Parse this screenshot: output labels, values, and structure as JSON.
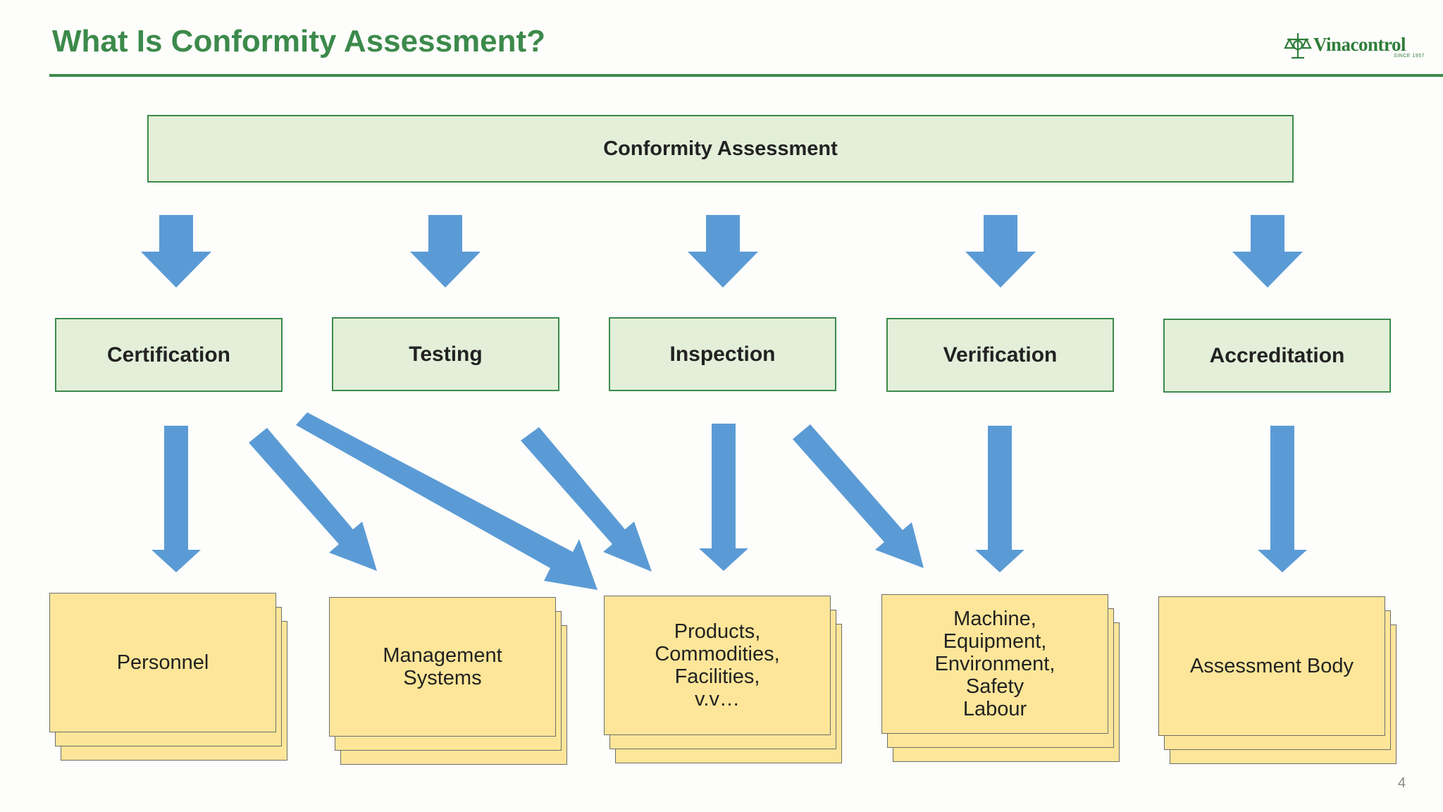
{
  "slide": {
    "title": "What Is Conformity Assessment?",
    "page_number": "4"
  },
  "logo": {
    "name": "Vinacontrol",
    "tagline": "SINCE 1957"
  },
  "diagram": {
    "root": "Conformity Assessment",
    "activities": [
      "Certification",
      "Testing",
      "Inspection",
      "Verification",
      "Accreditation"
    ],
    "objects": [
      "Personnel",
      "Management\nSystems",
      "Products,\nCommodities,\nFacilities,\nv.v…",
      "Machine,\nEquipment,\nEnvironment,\nSafety\nLabour",
      "Assessment Body"
    ],
    "links": [
      {
        "from": "Certification",
        "to": "Personnel"
      },
      {
        "from": "Certification",
        "to": "Management\nSystems"
      },
      {
        "from": "Certification",
        "to": "Products,\nCommodities,\nFacilities,\nv.v…"
      },
      {
        "from": "Testing",
        "to": "Products,\nCommodities,\nFacilities,\nv.v…"
      },
      {
        "from": "Inspection",
        "to": "Products,\nCommodities,\nFacilities,\nv.v…"
      },
      {
        "from": "Inspection",
        "to": "Machine,\nEquipment,\nEnvironment,\nSafety\nLabour"
      },
      {
        "from": "Verification",
        "to": "Machine,\nEquipment,\nEnvironment,\nSafety\nLabour"
      },
      {
        "from": "Accreditation",
        "to": "Assessment Body"
      }
    ],
    "colors": {
      "accent_green": "#3c8a4b",
      "box_fill_green": "#e3efd9",
      "card_fill_yellow": "#fde699",
      "arrow_blue": "#5b9bd5"
    }
  }
}
